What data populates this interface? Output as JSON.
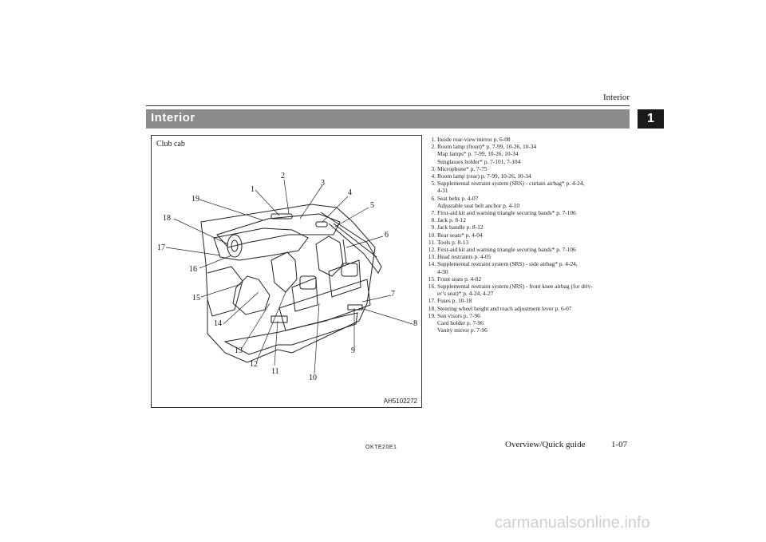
{
  "header": {
    "running_title": "Interior",
    "section_title": "Interior",
    "chapter_number": "1"
  },
  "figure": {
    "caption": "Club cab",
    "code": "AH5102272",
    "callouts": [
      "1",
      "2",
      "3",
      "4",
      "5",
      "6",
      "7",
      "8",
      "9",
      "10",
      "11",
      "12",
      "13",
      "14",
      "15",
      "16",
      "17",
      "18",
      "19"
    ]
  },
  "items": [
    {
      "num": "1.",
      "lines": [
        "Inside rear-view mirror p. 6-08"
      ]
    },
    {
      "num": "2.",
      "lines": [
        "Room lamp (front)* p. 7-99, 10-26, 10-34",
        "Map lamps* p. 7-99, 10-26, 10-34",
        "Sunglasses holder* p. 7-101, 7-104"
      ]
    },
    {
      "num": "3.",
      "lines": [
        "Microphone* p. 7-75"
      ]
    },
    {
      "num": "4.",
      "lines": [
        "Room lamp (rear) p. 7-99, 10-26, 10-34"
      ]
    },
    {
      "num": "5.",
      "lines": [
        "Supplemental restraint system (SRS) - curtain airbag* p. 4-24,",
        "4-31"
      ]
    },
    {
      "num": "6.",
      "lines": [
        "Seat belts p. 4-07",
        "Adjustable seat belt anchor p. 4-10"
      ]
    },
    {
      "num": "7.",
      "lines": [
        "First-aid kit and warning triangle securing bands* p. 7-106"
      ]
    },
    {
      "num": "8.",
      "lines": [
        "Jack p. 8-12"
      ]
    },
    {
      "num": "9.",
      "lines": [
        "Jack handle p. 8-12"
      ]
    },
    {
      "num": "10.",
      "lines": [
        "Rear seats* p. 4-04"
      ]
    },
    {
      "num": "11.",
      "lines": [
        "Tools p. 8-13"
      ]
    },
    {
      "num": "12.",
      "lines": [
        "First-aid kit and warning triangle securing bands* p. 7-106"
      ]
    },
    {
      "num": "13.",
      "lines": [
        "Head restraints p. 4-05"
      ]
    },
    {
      "num": "14.",
      "lines": [
        "Supplemental restraint system (SRS) - side airbag* p. 4-24,",
        "4-30"
      ]
    },
    {
      "num": "15.",
      "lines": [
        "Front seats p. 4-02"
      ]
    },
    {
      "num": "16.",
      "lines": [
        "Supplemental restraint system (SRS) - front knee airbag (for driv-",
        "er’s seat)* p. 4-24, 4-27"
      ]
    },
    {
      "num": "17.",
      "lines": [
        "Fuses p. 10-18"
      ]
    },
    {
      "num": "18.",
      "lines": [
        "Steering wheel height and reach adjustment lever p. 6-07"
      ]
    },
    {
      "num": "19.",
      "lines": [
        "Sun visors p. 7-96",
        "Card holder p. 7-96",
        "Vanity mirror p. 7-96"
      ]
    }
  ],
  "footer": {
    "code": "OKTE20E1",
    "section": "Overview/Quick guide",
    "page": "1-07"
  },
  "watermark": "carmanualsonline.info"
}
